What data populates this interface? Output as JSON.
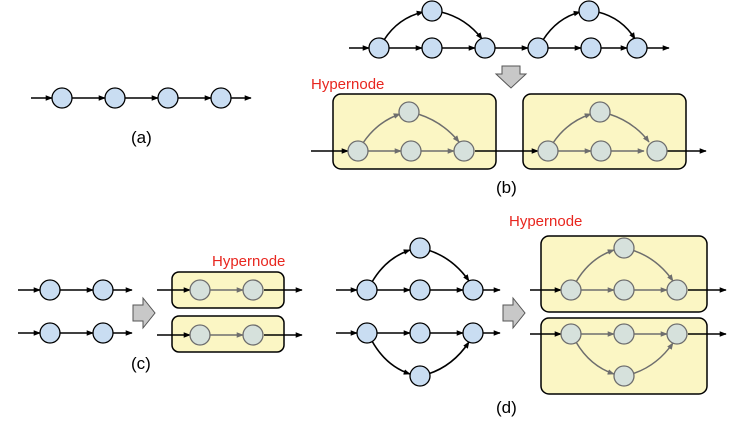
{
  "panels": {
    "a": {
      "caption": "(a)"
    },
    "b": {
      "caption": "(b)",
      "hypernode_label": "Hypernode"
    },
    "c": {
      "caption": "(c)",
      "hypernode_label": "Hypernode"
    },
    "d": {
      "caption": "(d)",
      "hypernode_label": "Hypernode"
    }
  },
  "colors": {
    "node_fill": "#c9ddf2",
    "inner_node_fill": "#d6e1dc",
    "hypernode_fill": "#fbf6c4",
    "hypernode_stroke": "#000000",
    "inner_edge": "#6e6e6e",
    "edge": "#000000",
    "hypernode_label": "#e8261f",
    "transform_arrow": "#c8c8c8"
  }
}
